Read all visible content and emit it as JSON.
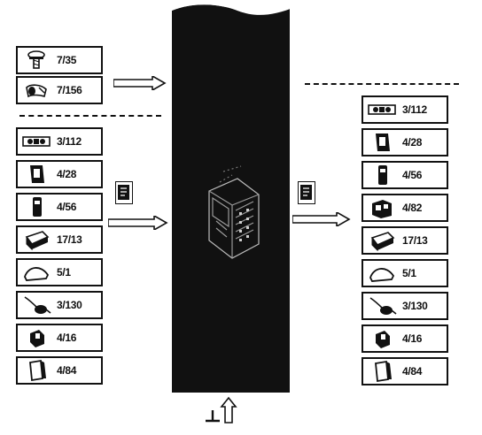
{
  "left_top_tiles": [
    {
      "label": "7/35",
      "icon": "screw-icon"
    },
    {
      "label": "7/156",
      "icon": "clip-icon"
    }
  ],
  "left_tiles": [
    {
      "label": "3/112",
      "icon": "board-icon"
    },
    {
      "label": "4/28",
      "icon": "housing-icon"
    },
    {
      "label": "4/56",
      "icon": "relay-icon"
    },
    {
      "label": "17/13",
      "icon": "connector-icon"
    },
    {
      "label": "5/1",
      "icon": "cover-icon"
    },
    {
      "label": "3/130",
      "icon": "cable-icon"
    },
    {
      "label": "4/16",
      "icon": "switch-icon"
    },
    {
      "label": "4/84",
      "icon": "bracket-icon"
    }
  ],
  "right_tiles": [
    {
      "label": "3/112",
      "icon": "board-icon"
    },
    {
      "label": "4/28",
      "icon": "housing-icon"
    },
    {
      "label": "4/56",
      "icon": "relay-icon"
    },
    {
      "label": "4/82",
      "icon": "module-icon"
    },
    {
      "label": "17/13",
      "icon": "connector-icon"
    },
    {
      "label": "5/1",
      "icon": "cover-icon"
    },
    {
      "label": "3/130",
      "icon": "cable-icon"
    },
    {
      "label": "4/16",
      "icon": "switch-icon"
    },
    {
      "label": "4/84",
      "icon": "bracket-icon"
    }
  ],
  "colors": {
    "column": "#111111",
    "line": "#111111",
    "tile_bg": "#ffffff"
  }
}
